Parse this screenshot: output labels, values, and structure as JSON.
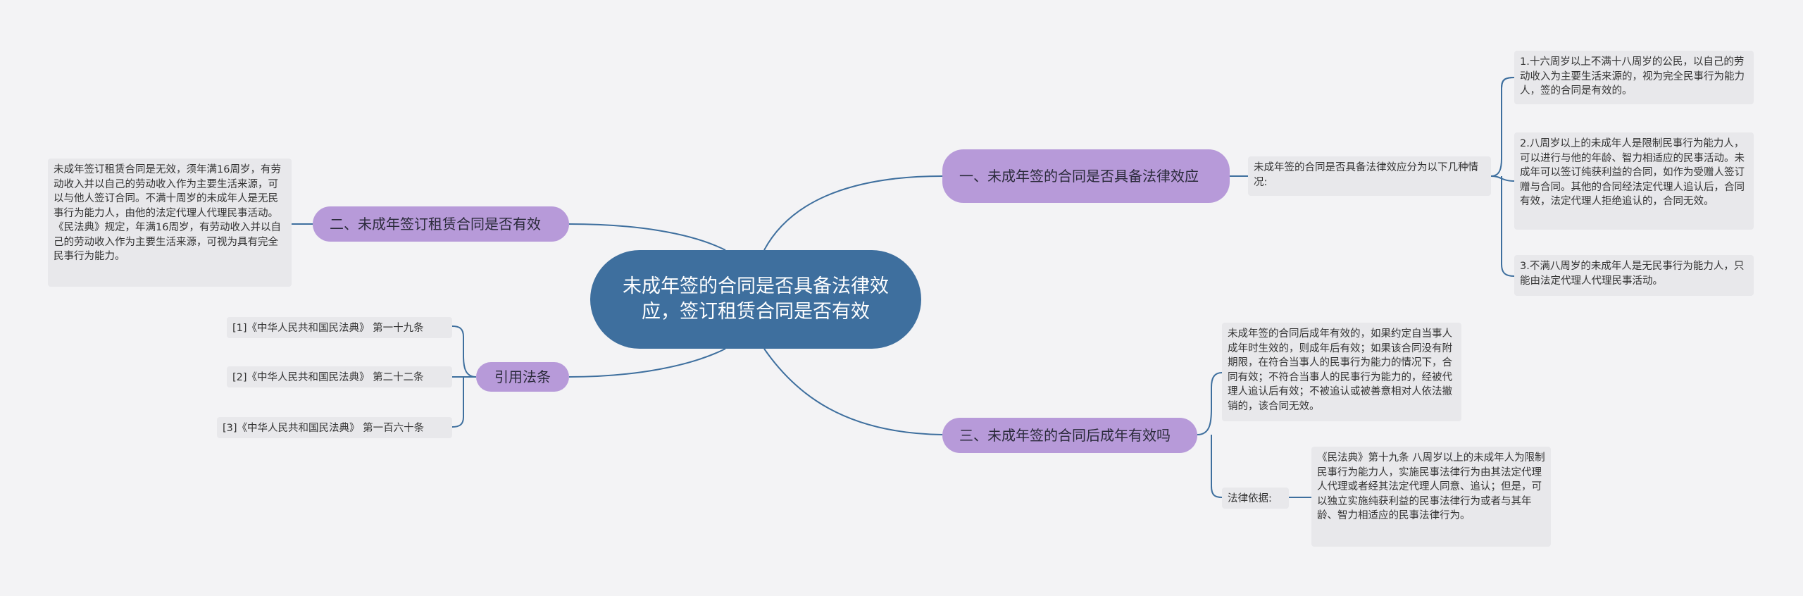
{
  "root": {
    "title": "未成年签的合同是否具备法律效应，签订租赁合同是否有效"
  },
  "branches": {
    "b1": {
      "title": "一、未成年签的合同是否具备法律效应",
      "intro": "未成年签的合同是否具备法律效应分为以下几种情况:",
      "items": [
        "1.十六周岁以上不满十八周岁的公民，以自己的劳动收入为主要生活来源的，视为完全民事行为能力人，签的合同是有效的。",
        "2.八周岁以上的未成年人是限制民事行为能力人，可以进行与他的年龄、智力相适应的民事活动。未成年可以签订纯获利益的合同，如作为受赠人签订赠与合同。其他的合同经法定代理人追认后，合同有效，法定代理人拒绝追认的，合同无效。",
        "3.不满八周岁的未成年人是无民事行为能力人，只能由法定代理人代理民事活动。"
      ]
    },
    "b2": {
      "title": "二、未成年签订租赁合同是否有效",
      "text": "未成年签订租赁合同是无效，须年满16周岁，有劳动收入并以自己的劳动收入作为主要生活来源，可以与他人签订合同。不满十周岁的未成年人是无民事行为能力人，由他的法定代理人代理民事活动。《民法典》规定，年满16周岁，有劳动收入并以自己的劳动收入作为主要生活来源，可视为具有完全民事行为能力。"
    },
    "b3": {
      "title": "三、未成年签的合同后成年有效吗",
      "text": "未成年签的合同后成年有效的，如果约定自当事人成年时生效的，则成年后有效；如果该合同没有附期限，在符合当事人的民事行为能力的情况下，合同有效；不符合当事人的民事行为能力的，经被代理人追认后有效；不被追认或被善意相对人依法撤销的，该合同无效。",
      "basis_label": "法律依据:",
      "basis_text": "《民法典》第十九条 八周岁以上的未成年人为限制民事行为能力人，实施民事法律行为由其法定代理人代理或者经其法定代理人同意、追认；但是，可以独立实施纯获利益的民事法律行为或者与其年龄、智力相适应的民事法律行为。"
    },
    "b4": {
      "title": "引用法条",
      "refs": [
        "[1]《中华人民共和国民法典》 第一十九条",
        "[2]《中华人民共和国民法典》 第二十二条",
        "[3]《中华人民共和国民法典》 第一百六十条"
      ]
    }
  },
  "colors": {
    "background": "#f3f3f5",
    "root_fill": "#3e6f9e",
    "topic_fill": "#b79ad9",
    "leaf_fill": "#e8e8eb",
    "connector": "#3e6f9e"
  }
}
